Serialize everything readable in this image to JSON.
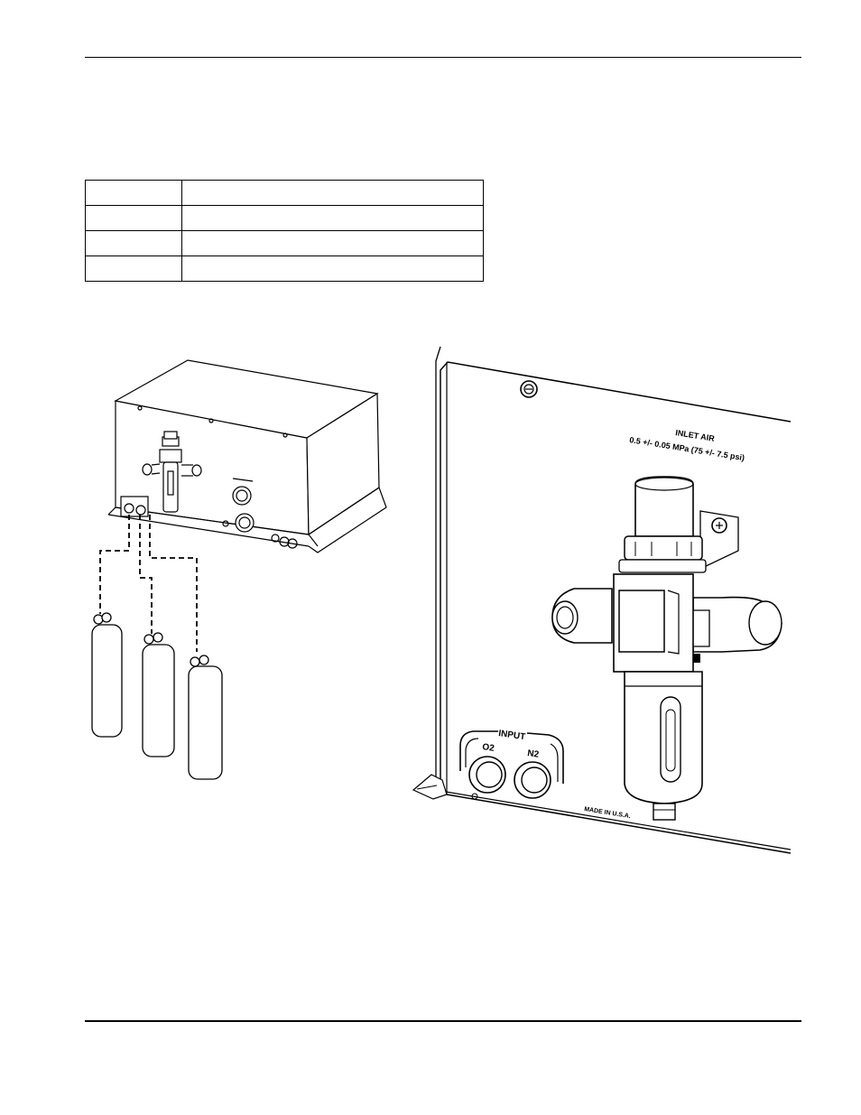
{
  "panel": {
    "inlet_title": "INLET AIR",
    "inlet_spec": "0.5 +/- 0.05 MPa (75 +/- 7.5 psi)",
    "input_label": "INPUT",
    "input_o2": "O2",
    "input_n2": "N2",
    "made_in": "MADE IN U.S.A."
  },
  "table": {
    "rows": [
      [
        "",
        ""
      ],
      [
        "",
        ""
      ],
      [
        "",
        ""
      ],
      [
        "",
        ""
      ]
    ]
  }
}
